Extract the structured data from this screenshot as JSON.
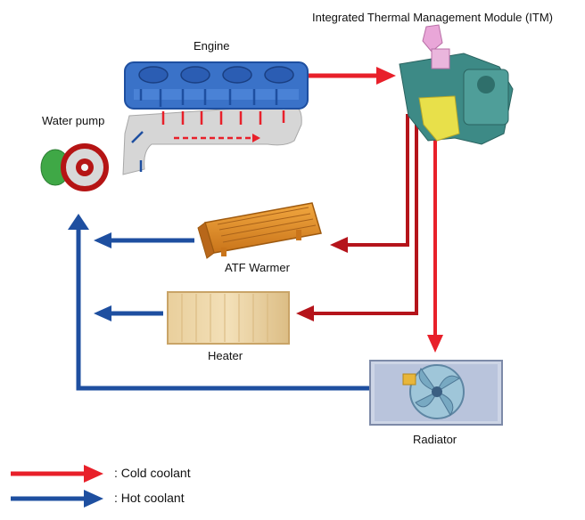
{
  "labels": {
    "itm": "Integrated Thermal Management Module (ITM)",
    "engine": "Engine",
    "water_pump": "Water pump",
    "atf_warmer": "ATF Warmer",
    "heater": "Heater",
    "radiator": "Radiator"
  },
  "legend": [
    {
      "text": ": Cold coolant",
      "color": "#e8202a"
    },
    {
      "text": ": Hot coolant",
      "color": "#1e4fa0"
    }
  ],
  "colors": {
    "cold": "#e8202a",
    "cold_dark": "#b5141b",
    "hot": "#1e4fa0"
  }
}
